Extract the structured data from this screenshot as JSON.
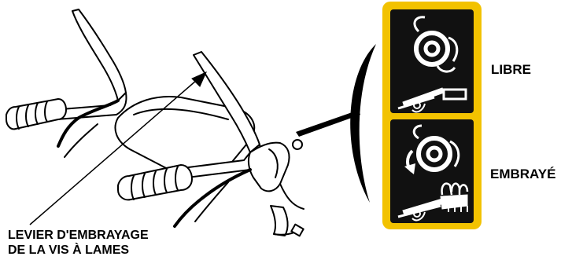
{
  "labels": {
    "lever_line1": "LEVIER D'EMBRAYAGE",
    "lever_line2": "DE LA VIS À LAMES",
    "free": "LIBRE",
    "engaged": "EMBRAYÉ"
  },
  "decal": {
    "frame_color": "#f2c200",
    "panel_color": "#111111",
    "symbol_color": "#ffffff",
    "states": [
      {
        "state": "free",
        "icons": [
          "auger-rotating-icon",
          "lever-released-icon"
        ]
      },
      {
        "state": "engaged",
        "icons": [
          "auger-rotating-arrow-icon",
          "lever-squeezed-hand-icon"
        ]
      }
    ]
  }
}
